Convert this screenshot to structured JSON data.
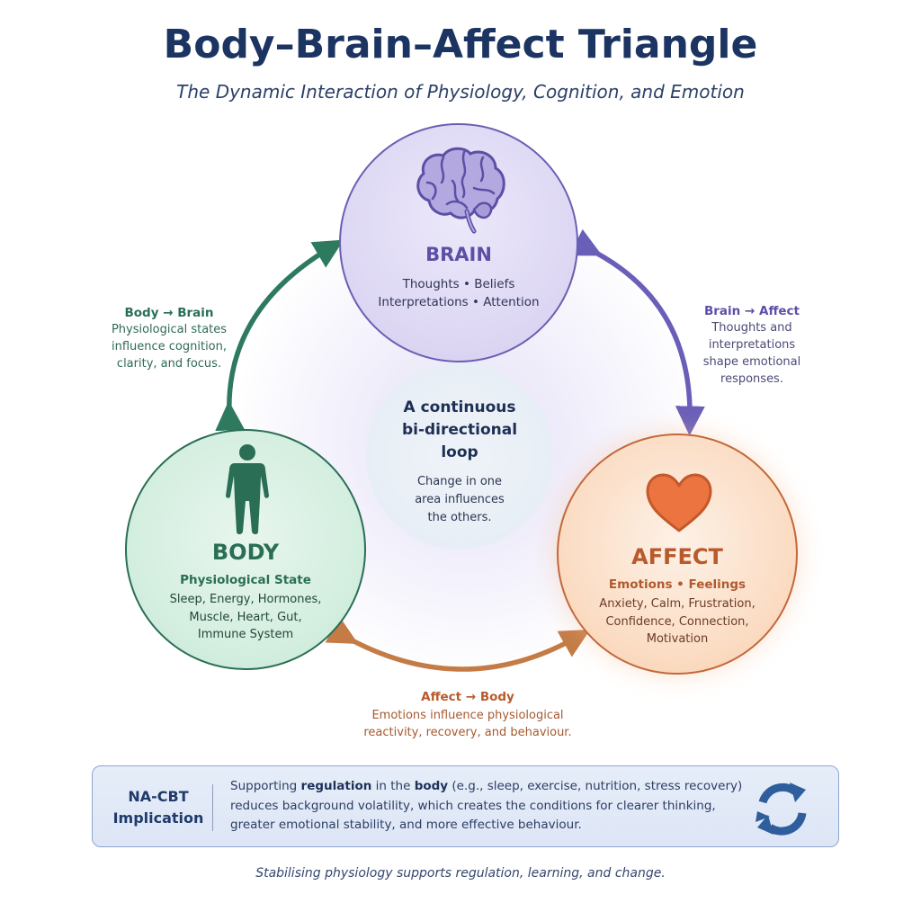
{
  "header": {
    "title": "Body–Brain–Affect Triangle",
    "subtitle": "The Dynamic Interaction of Physiology, Cognition, and Emotion"
  },
  "nodes": {
    "brain": {
      "icon": "brain-icon",
      "title": "BRAIN",
      "lines": [
        "Thoughts • Beliefs",
        "Interpretations • Attention"
      ],
      "color": "#6b5fb3"
    },
    "body": {
      "icon": "person-icon",
      "title": "BODY",
      "subtitle": "Physiological State",
      "lines": [
        "Sleep, Energy, Hormones,",
        "Muscle, Heart, Gut,",
        "Immune System"
      ],
      "color": "#2a6e55"
    },
    "affect": {
      "icon": "heart-icon",
      "title": "AFFECT",
      "subtitle": "Emotions • Feelings",
      "lines": [
        "Anxiety, Calm, Frustration,",
        "Confidence, Connection,",
        "Motivation"
      ],
      "color": "#c2683a"
    },
    "center": {
      "title_lines": [
        "A continuous",
        "bi-directional",
        "loop"
      ],
      "lines": [
        "Change in one",
        "area influences",
        "the others."
      ]
    }
  },
  "links": {
    "body_brain": {
      "title": "Body → Brain",
      "lines": [
        "Physiological states",
        "influence cognition,",
        "clarity, and focus."
      ],
      "color": "#2e7a5e"
    },
    "brain_affect": {
      "title": "Brain → Affect",
      "lines": [
        "Thoughts and",
        "interpretations",
        "shape emotional",
        "responses."
      ],
      "color": "#6a5fb8"
    },
    "affect_body": {
      "title": "Affect → Body",
      "lines": [
        "Emotions influence physiological",
        "reactivity, recovery, and behaviour."
      ],
      "color": "#c47b45"
    }
  },
  "implication": {
    "label_lines": [
      "NA-CBT",
      "Implication"
    ],
    "text": {
      "p1": "Supporting ",
      "b1": "regulation",
      "p2": " in the ",
      "b2": "body",
      "p3": " (e.g., sleep, exercise, nutrition, stress recovery) reduces background volatility, which creates the conditions for clearer thinking, greater emotional stability, and more effective behaviour."
    },
    "icon": "cycle-arrows-icon"
  },
  "footer": "Stabilising physiology supports regulation, learning, and change."
}
